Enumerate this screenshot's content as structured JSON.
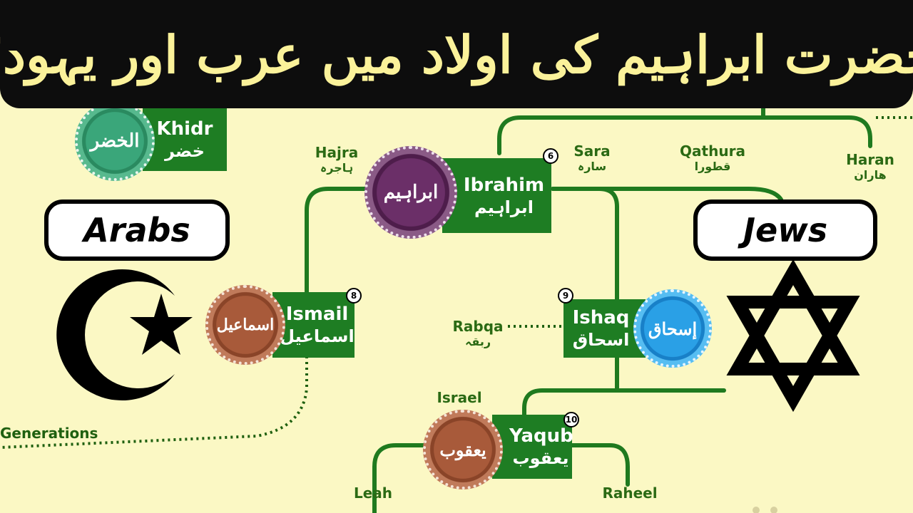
{
  "title": "حضرت ابراہیم کی اولاد میں عرب اور یہود؟",
  "groups": {
    "left": "Arabs",
    "right": "Jews"
  },
  "people": {
    "khidr": {
      "en": "Khidr",
      "ur": "خضر",
      "medal": "الخضر"
    },
    "ibrahim": {
      "en": "Ibrahim",
      "ur": "ابراہیم",
      "medal": "ابراہیم",
      "number": "6"
    },
    "ismail": {
      "en": "Ismail",
      "ur": "اسماعیل",
      "medal": "اسماعیل",
      "number": "8"
    },
    "ishaq": {
      "en": "Ishaq",
      "ur": "اسحاق",
      "medal": "إسحاق",
      "number": "9"
    },
    "yaqub": {
      "en": "Yaqub",
      "ur": "یعقوب",
      "medal": "یعقوب",
      "number": "10"
    }
  },
  "relatives": {
    "hajra": {
      "en": "Hajra",
      "ur": "ہاجرہ"
    },
    "sara": {
      "en": "Sara",
      "ur": "سارہ"
    },
    "qathura": {
      "en": "Qathura",
      "ur": "قطورا"
    },
    "haran": {
      "en": "Haran",
      "ur": "ھاران"
    },
    "rabqa": {
      "en": "Rabqa",
      "ur": "ربقہ"
    },
    "israel": {
      "en": "Israel"
    },
    "leah": {
      "en": "Leah"
    },
    "raheel": {
      "en": "Raheel"
    }
  },
  "generations_label": "Generations",
  "colors": {
    "background": "#fbf8c4",
    "line": "#1f7a1f",
    "card": "#1e7d23",
    "title_bar": "#0d0d0d",
    "title_text": "#fbf29a"
  },
  "icons": [
    "crescent-star-icon",
    "star-of-david-icon"
  ]
}
